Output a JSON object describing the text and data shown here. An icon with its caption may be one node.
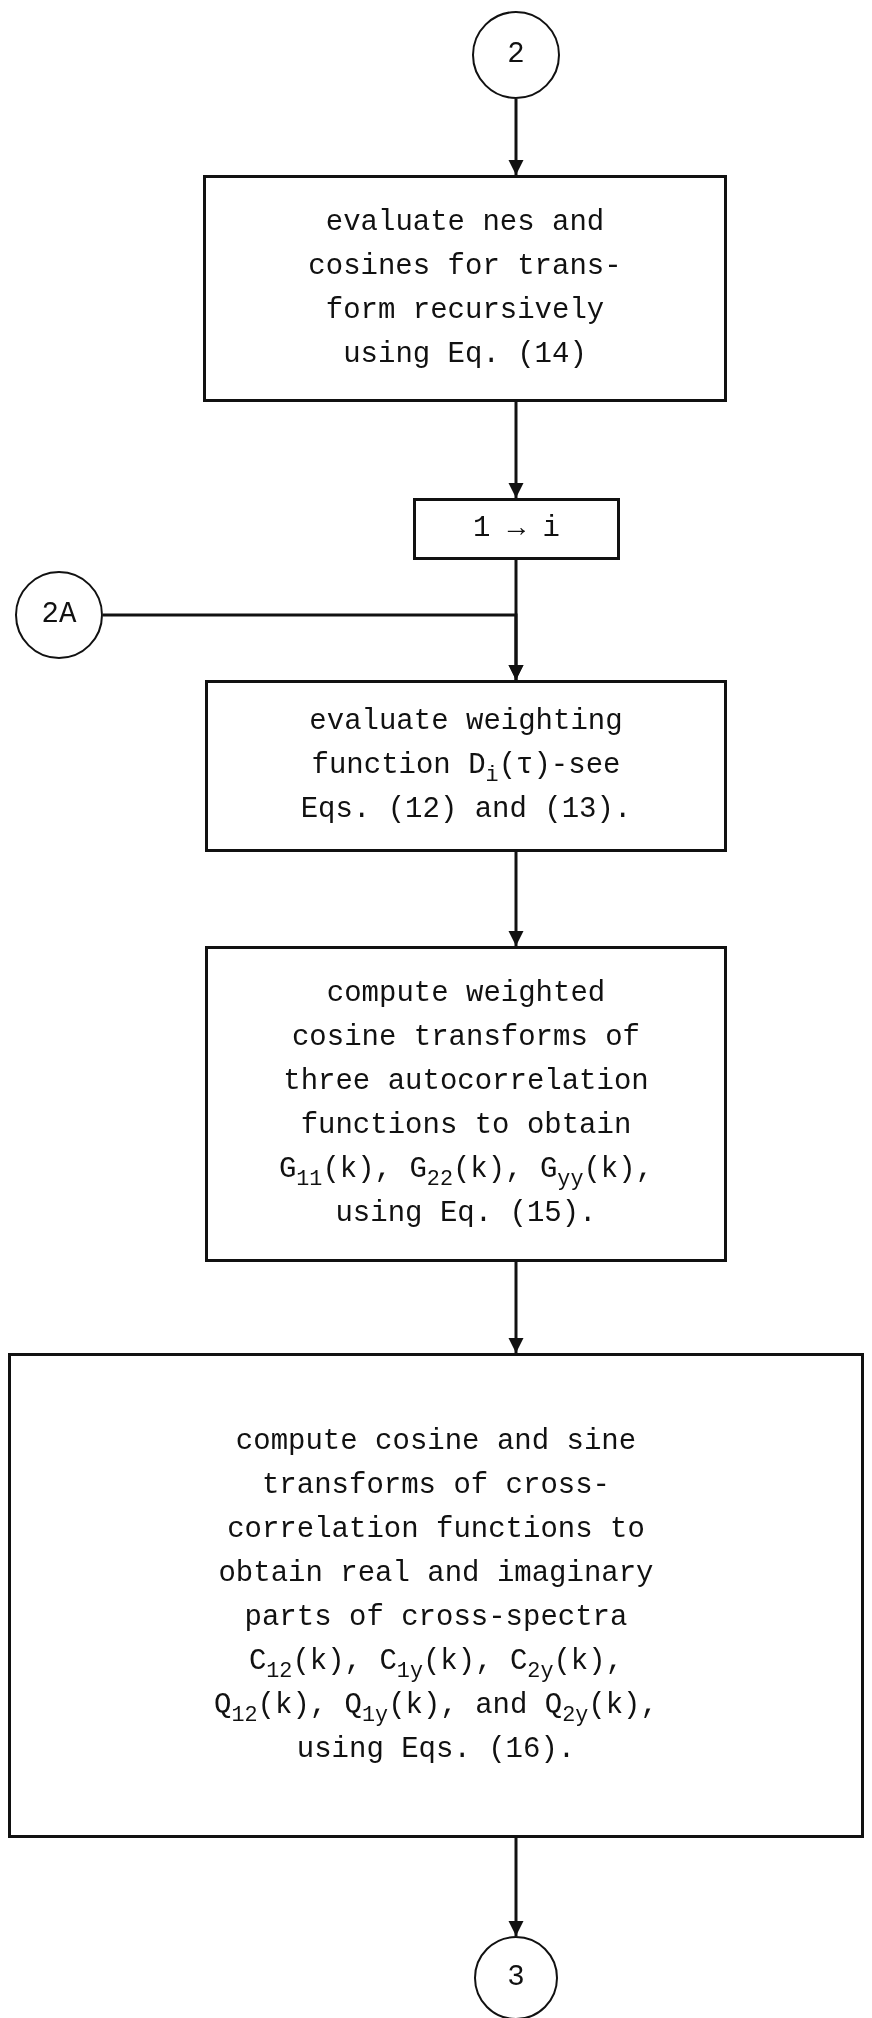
{
  "diagram": {
    "nodes": [
      {
        "text": [
          "2"
        ]
      },
      {
        "text": [
          "evaluate nes and cosines for trans- form recursively using Eq. (14)"
        ]
      },
      {
        "text": [
          "1 → i"
        ]
      },
      {
        "text": [
          "2A"
        ]
      },
      {
        "text": [
          "evaluate weighting function D$_{i}$(τ)-see Eqs. (12) and (13)."
        ]
      },
      {
        "text": [
          "compute weighted cosine transforms of three autocorrelation functions to obtain G$_{11}$(k), G$_{22}$(k), G$_{yy}$(k), using Eq. (15)."
        ]
      },
      {
        "text": [
          "compute cosine and sine transforms of cross- correlation functions to obtain real and imaginary parts of cross-spectra C$_{12}$(k), C$_{1y}$(k), C$_{2y}$(k), Q$_{12}$(k), Q$_{1y}$(k), and Q$_{2y}$(k), using Eqs. (16)."
        ]
      },
      {
        "text": [
          "3"
        ]
      }
    ],
    "edges": [
      {
        "from": 0,
        "to": 1,
        "arrow": "to"
      },
      {
        "from": 1,
        "to": 2,
        "arrow": "to"
      },
      {
        "from": 2,
        "to": 4,
        "arrow": "to"
      },
      {
        "from": 3,
        "to": 4,
        "arrow": "to"
      },
      {
        "from": 4,
        "to": 5,
        "arrow": "to"
      },
      {
        "from": 5,
        "to": 6,
        "arrow": "to"
      },
      {
        "from": 6,
        "to": 7,
        "arrow": "to"
      }
    ]
  }
}
